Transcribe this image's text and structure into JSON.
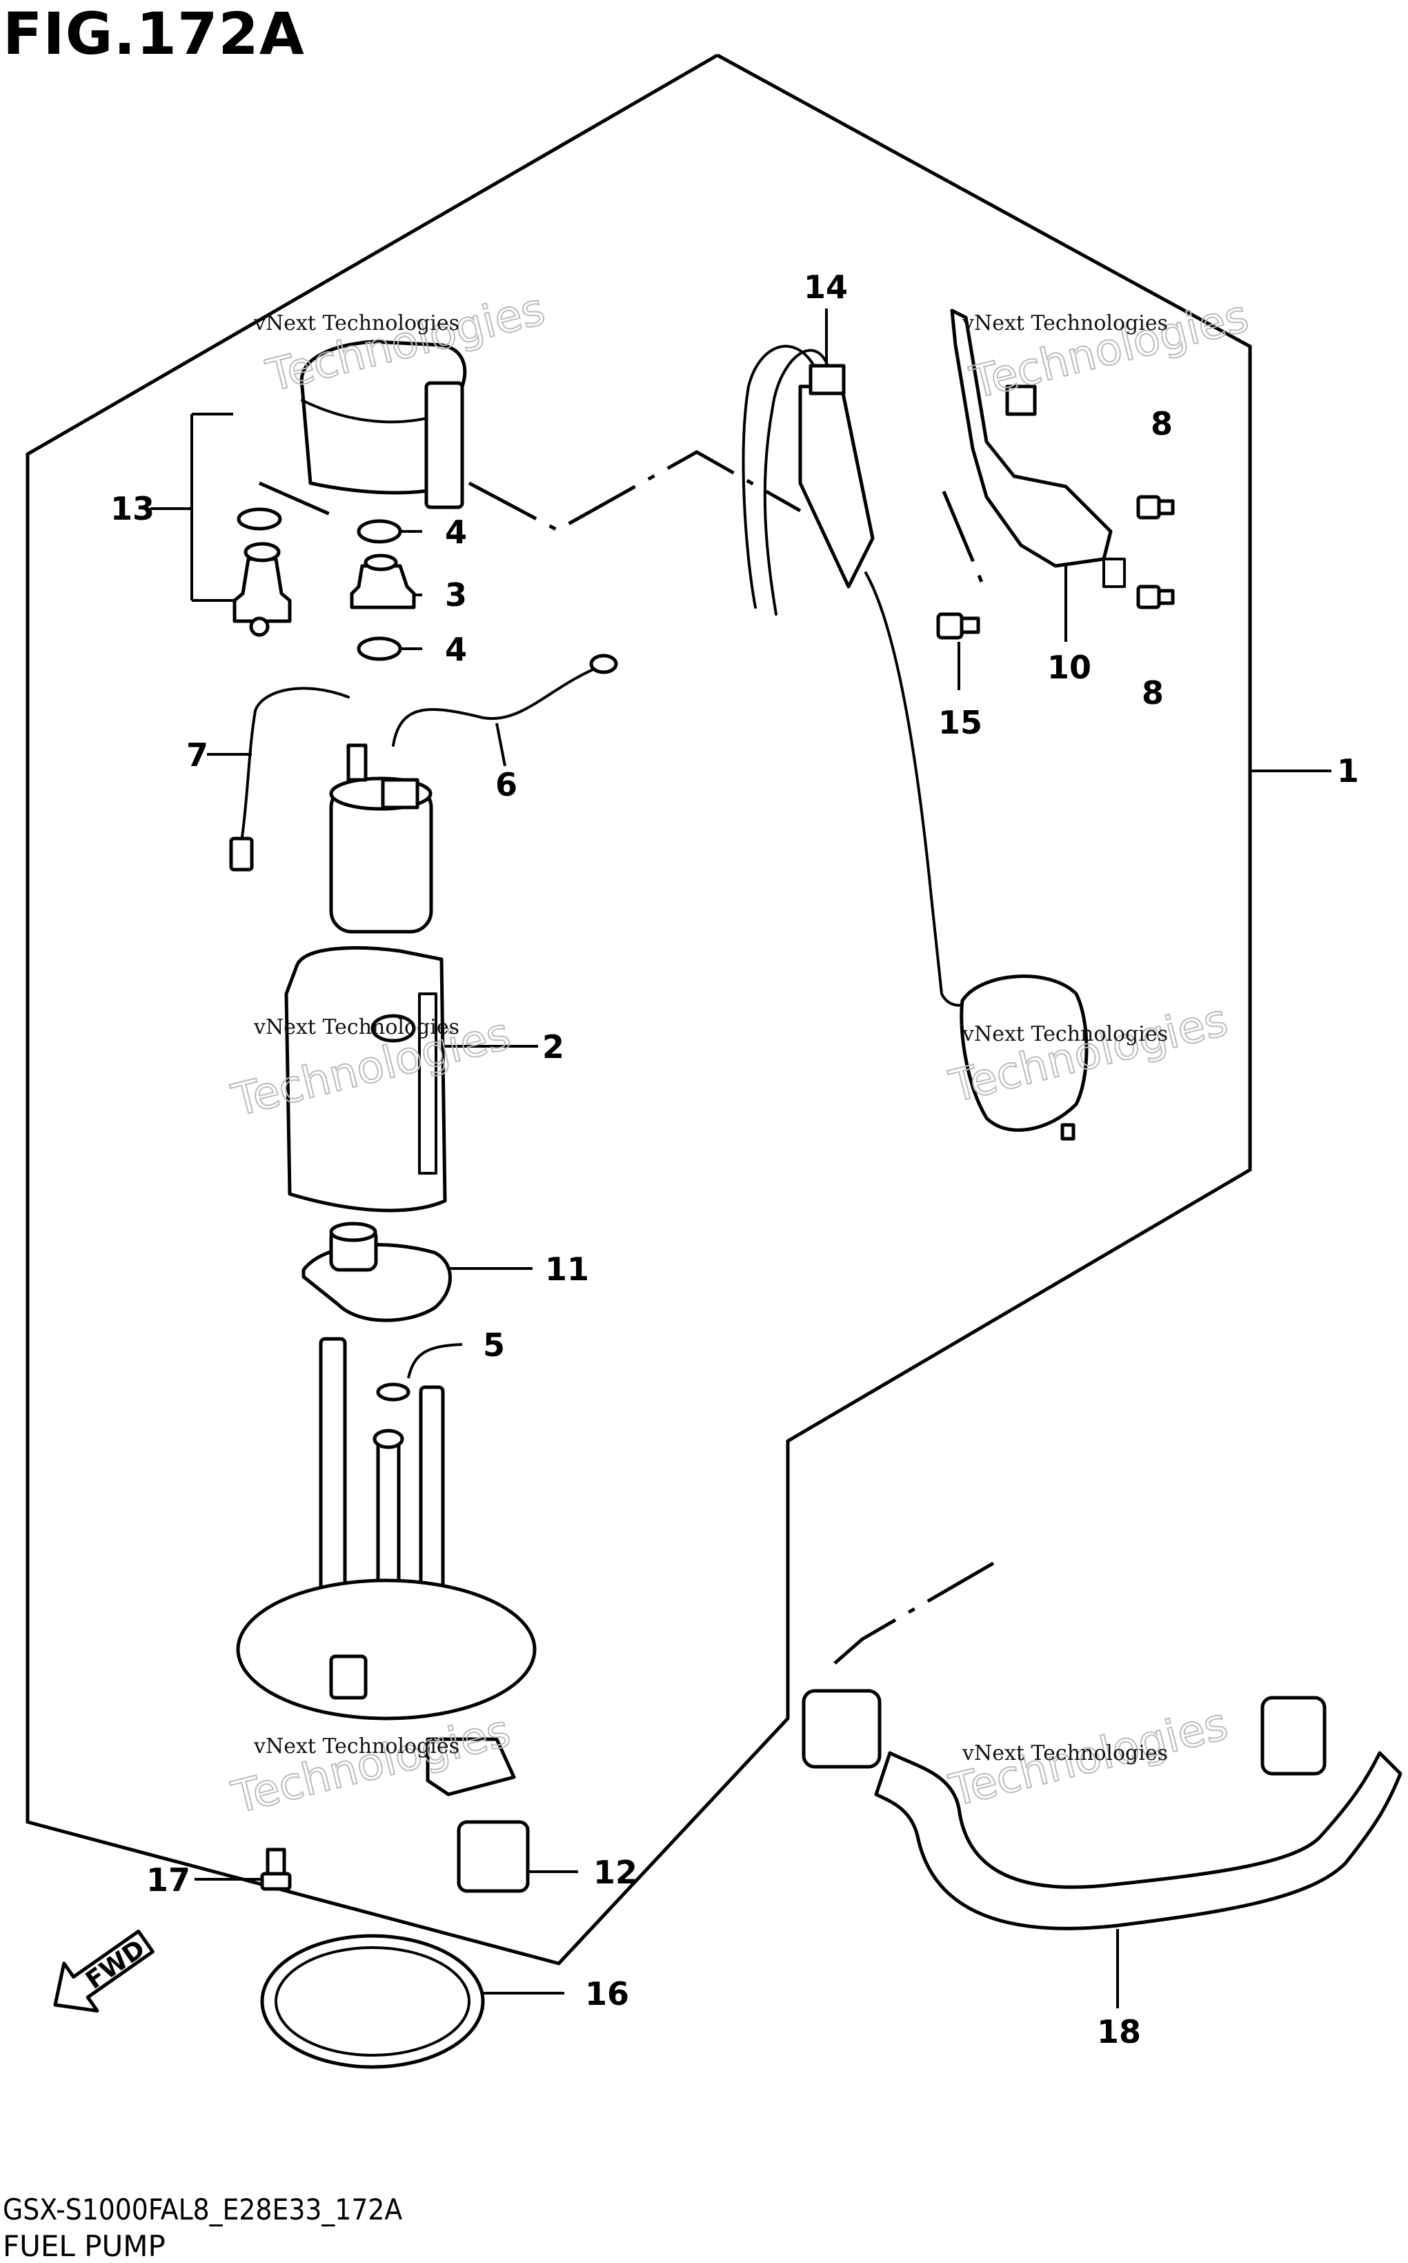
{
  "title": "FIG.172A",
  "footer": {
    "code": "GSX-S1000FAL8_E28E33_172A",
    "name": "FUEL PUMP"
  },
  "fwd_label": "FWD",
  "watermark": {
    "line1": "vNext Technologies",
    "line2": "Technologies",
    "line3": "vNext"
  },
  "callouts": [
    "1",
    "2",
    "3",
    "4",
    "4",
    "5",
    "6",
    "7",
    "8",
    "8",
    "10",
    "11",
    "12",
    "13",
    "14",
    "15",
    "16",
    "17",
    "18"
  ]
}
